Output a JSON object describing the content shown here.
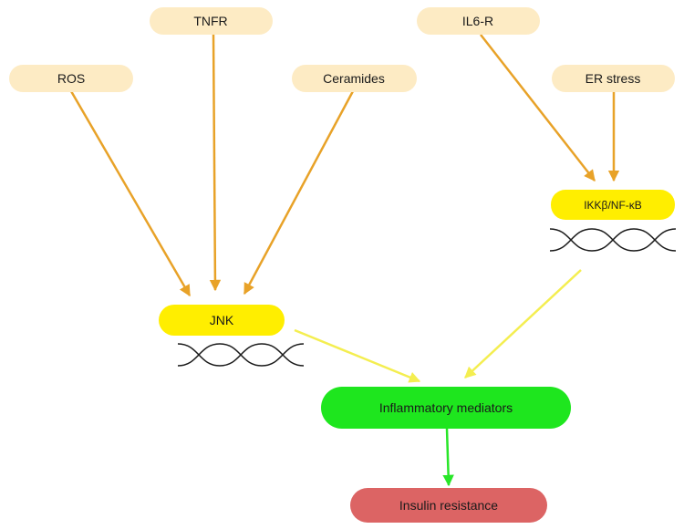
{
  "colors": {
    "source_fill": "#fdebc4",
    "kinase_fill": "#ffee00",
    "mediator_fill": "#1ee61e",
    "outcome_fill": "#dc6464",
    "orange_arrow": "#e8a228",
    "yellow_arrow": "#f4ee50",
    "green_arrow": "#28e628",
    "dna_stroke": "#1a1a1a"
  },
  "nodes": {
    "tnfr": "TNFR",
    "ros": "ROS",
    "ceramides": "Ceramides",
    "il6r": "IL6-R",
    "er_stress": "ER stress",
    "ikk": "IKKβ/NF-κB",
    "jnk": "JNK",
    "inflammatory": "Inflammatory mediators",
    "insulin": "Insulin resistance"
  },
  "edges": [
    {
      "from": "ros",
      "to": "jnk",
      "color": "orange"
    },
    {
      "from": "tnfr",
      "to": "jnk",
      "color": "orange"
    },
    {
      "from": "ceramides",
      "to": "jnk",
      "color": "orange"
    },
    {
      "from": "il6r",
      "to": "ikk",
      "color": "orange"
    },
    {
      "from": "er_stress",
      "to": "ikk",
      "color": "orange"
    },
    {
      "from": "jnk",
      "to": "inflammatory",
      "color": "yellow"
    },
    {
      "from": "ikk",
      "to": "inflammatory",
      "color": "yellow"
    },
    {
      "from": "inflammatory",
      "to": "insulin",
      "color": "green"
    }
  ]
}
